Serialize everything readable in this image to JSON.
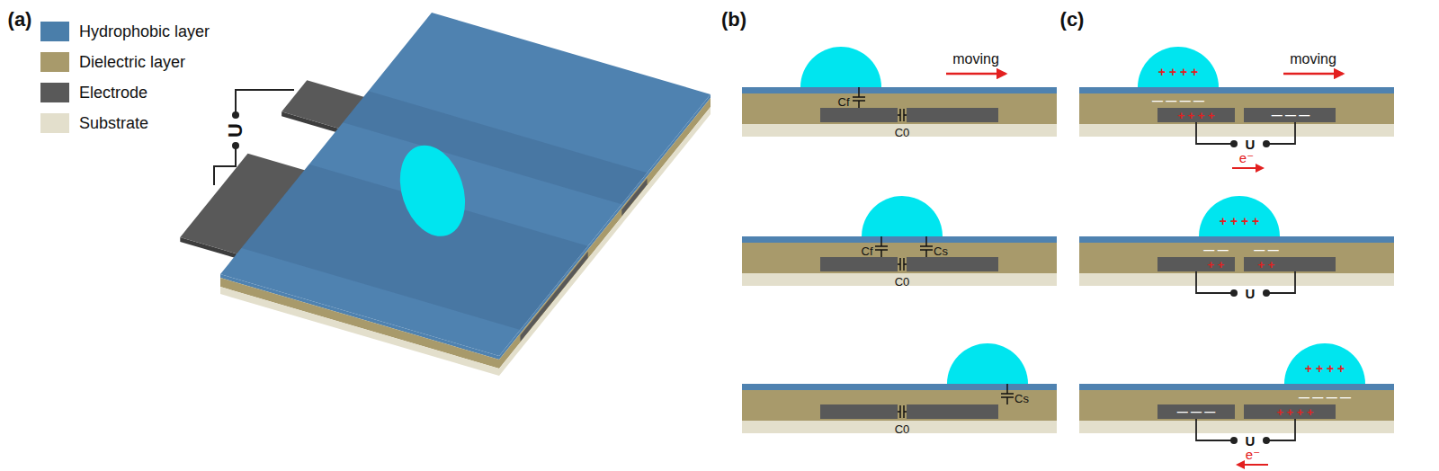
{
  "diagram": {
    "labels": [
      "(a)",
      "U",
      "(b)",
      "moving",
      "Cf",
      "C0",
      "Cf",
      "Cs",
      "C0",
      "Cs",
      "C0",
      "(c)",
      "moving",
      "+ + + +",
      "— — — —",
      "+ + + +",
      "— — —",
      "U",
      "e⁻",
      "+ + + +",
      "— —",
      "— —",
      "+ +",
      "+ +",
      "U",
      "+ + + +",
      "— — — —",
      "— — —",
      "+ + + +",
      "U",
      "e⁻"
    ],
    "legend": [
      {
        "text": "Hydrophobic layer",
        "color": "#4a7eaa"
      },
      {
        "text": "Dielectric layer",
        "color": "#a89a6b"
      },
      {
        "text": "Electrode",
        "color": "#595959"
      },
      {
        "text": "Substrate",
        "color": "#e3dfcc"
      }
    ]
  }
}
